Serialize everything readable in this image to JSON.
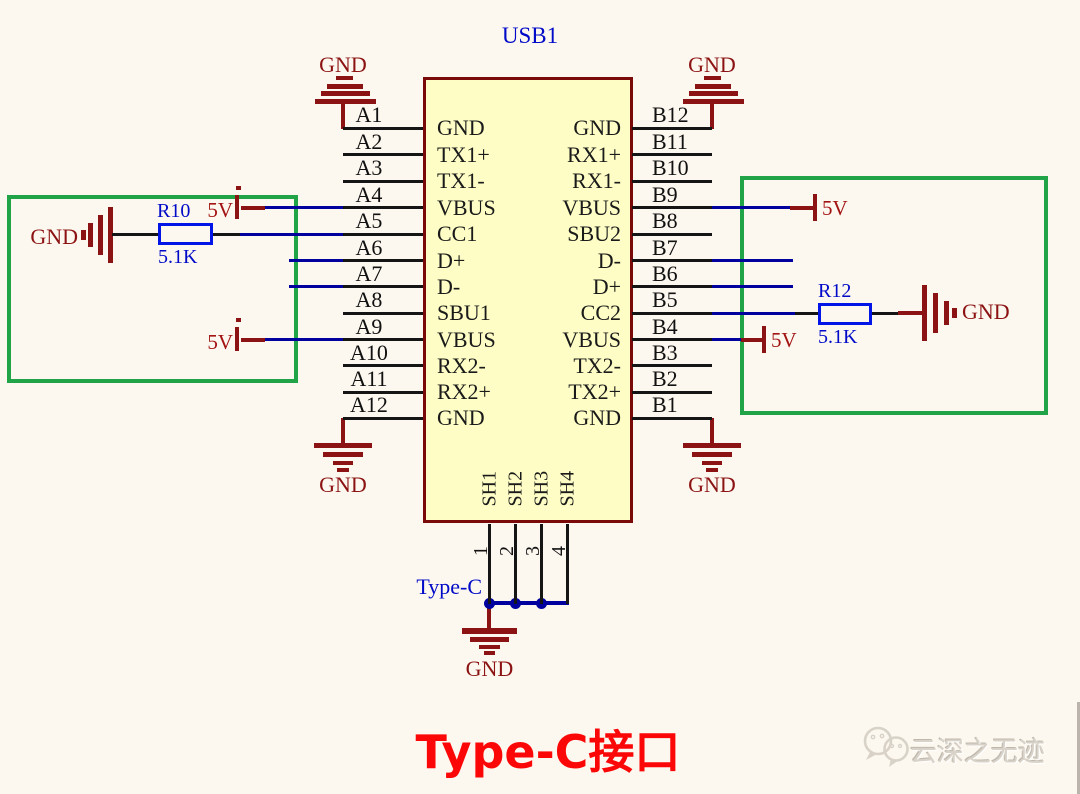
{
  "component": {
    "designator": "USB1",
    "left_pins": [
      {
        "num": "A1",
        "name": "GND"
      },
      {
        "num": "A2",
        "name": "TX1+"
      },
      {
        "num": "A3",
        "name": "TX1-"
      },
      {
        "num": "A4",
        "name": "VBUS"
      },
      {
        "num": "A5",
        "name": "CC1"
      },
      {
        "num": "A6",
        "name": "D+"
      },
      {
        "num": "A7",
        "name": "D-"
      },
      {
        "num": "A8",
        "name": "SBU1"
      },
      {
        "num": "A9",
        "name": "VBUS"
      },
      {
        "num": "A10",
        "name": "RX2-"
      },
      {
        "num": "A11",
        "name": "RX2+"
      },
      {
        "num": "A12",
        "name": "GND"
      }
    ],
    "right_pins": [
      {
        "num": "B12",
        "name": "GND"
      },
      {
        "num": "B11",
        "name": "RX1+"
      },
      {
        "num": "B10",
        "name": "RX1-"
      },
      {
        "num": "B9",
        "name": "VBUS"
      },
      {
        "num": "B8",
        "name": "SBU2"
      },
      {
        "num": "B7",
        "name": "D-"
      },
      {
        "num": "B6",
        "name": "D+"
      },
      {
        "num": "B5",
        "name": "CC2"
      },
      {
        "num": "B4",
        "name": "VBUS"
      },
      {
        "num": "B3",
        "name": "TX2-"
      },
      {
        "num": "B2",
        "name": "TX2+"
      },
      {
        "num": "B1",
        "name": "GND"
      }
    ],
    "shield_pins": [
      {
        "num": "1",
        "name": "SH1"
      },
      {
        "num": "2",
        "name": "SH2"
      },
      {
        "num": "3",
        "name": "SH3"
      },
      {
        "num": "4",
        "name": "SH4"
      }
    ]
  },
  "labels": {
    "gnd": "GND",
    "v5": "5V",
    "type_c": "Type-C"
  },
  "resistors": [
    {
      "ref": "R10",
      "value": "5.1K"
    },
    {
      "ref": "R12",
      "value": "5.1K"
    }
  ],
  "title": "Type-C接口",
  "watermark": {
    "text": "云深之无迹"
  },
  "colors": {
    "background": "#fdf8ef",
    "wire": "#151515",
    "net_blue": "#00009e",
    "power_red": "#8c1313",
    "v5_red": "#a31414",
    "chip_fill": "#fdfdc5",
    "chip_border": "#7a0a0a",
    "highlight_green": "#21a447",
    "resistor_blue": "#0015e6",
    "label_blue": "#000ac8",
    "title_red": "#fb0707",
    "watermark": "#d8d2c8"
  }
}
